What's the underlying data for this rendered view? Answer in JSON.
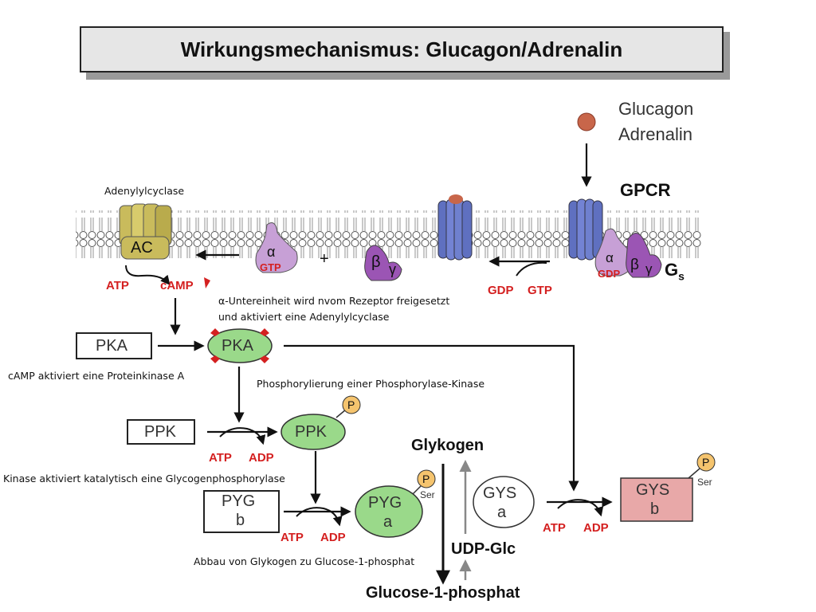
{
  "title": "Wirkungsmechanismus: Glucagon/Adrenalin",
  "ligand": {
    "line1": "Glucagon",
    "line2": "Adrenalin"
  },
  "receptor_label": "GPCR",
  "g_protein": {
    "label": "G",
    "subscript": "s",
    "alpha": "α",
    "beta": "β",
    "gamma": "γ",
    "gdp": "GDP",
    "gtp": "GTP",
    "plus": "+"
  },
  "adenylylcyclase": {
    "label": "Adenylylcyclase",
    "short": "AC"
  },
  "molecules": {
    "atp": "ATP",
    "adp": "ADP",
    "camp": "cAMP",
    "gdp": "GDP",
    "gtp": "GTP"
  },
  "enzymes": {
    "pka": "PKA",
    "ppk": "PPK",
    "pyg_b": {
      "line1": "PYG",
      "line2": "b"
    },
    "pyg_a": {
      "line1": "PYG",
      "line2": "a"
    },
    "gys_a": {
      "line1": "GYS",
      "line2": "a"
    },
    "gys_b": {
      "line1": "GYS",
      "line2": "b"
    }
  },
  "phosphate": {
    "p": "P",
    "ser": "Ser"
  },
  "metabolites": {
    "glykogen": "Glykogen",
    "udp_glc": "UDP-Glc",
    "glucose1p": "Glucose-1-phosphat"
  },
  "notes": {
    "alpha_release_1": "α-Untereinheit wird nvom Rezeptor freigesetzt",
    "alpha_release_2": "und aktiviert eine Adenylylcyclase",
    "camp_pka": "cAMP aktiviert eine Proteinkinase A",
    "phosphorylation": "Phosphorylierung einer Phosphorylase-Kinase",
    "kinase_pyg": "Kinase aktiviert katalytisch eine Glycogenphosphorylase",
    "breakdown": "Abbau von Glykogen zu Glucose-1-phosphat"
  },
  "colors": {
    "ac": "#c9bb5c",
    "gpcr": "#6f80cf",
    "alpha": "#c7a0d6",
    "beta_gamma": "#9b55b4",
    "pka_green": "#9ad98a",
    "gys_b": "#e8a8a8",
    "phosphate": "#f5c46e",
    "ligand": "#c8664a",
    "red_text": "#d42020"
  }
}
